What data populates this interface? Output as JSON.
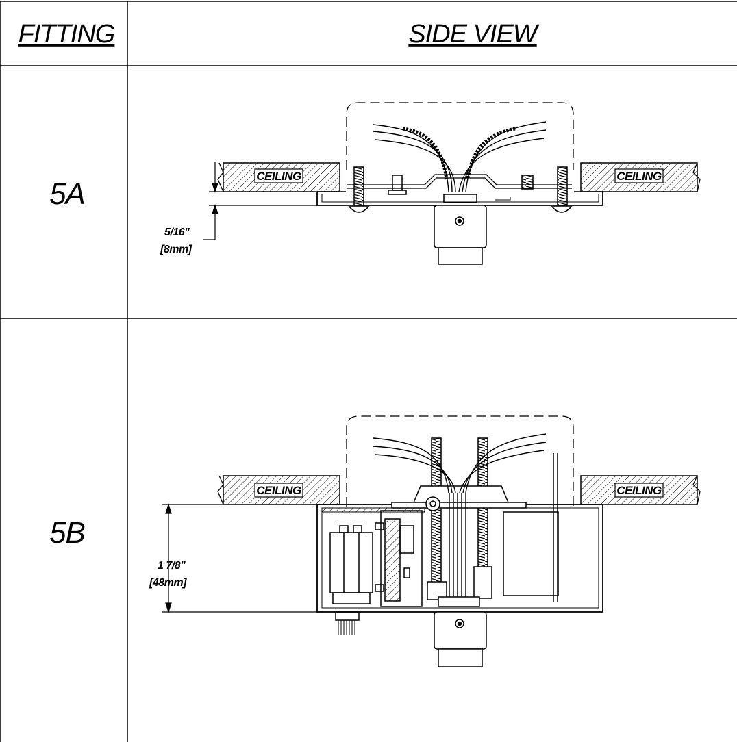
{
  "header": {
    "fitting_label": "FITTING",
    "side_view_label": "SIDE VIEW"
  },
  "rows": [
    {
      "fitting": "5A",
      "ceiling_left": "CEILING",
      "ceiling_right": "CEILING",
      "dimension_imperial": "5/16\"",
      "dimension_metric": "[8mm]"
    },
    {
      "fitting": "5B",
      "ceiling_left": "CEILING",
      "ceiling_right": "CEILING",
      "dimension_imperial": "1 7/8\"",
      "dimension_metric": "[48mm]"
    }
  ]
}
